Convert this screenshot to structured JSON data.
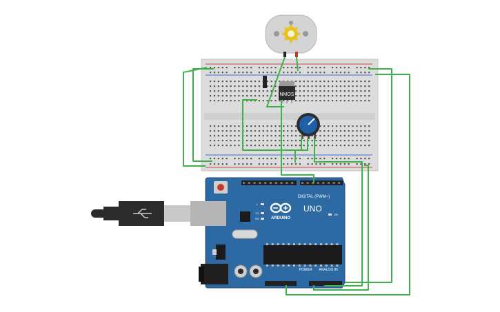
{
  "motor": {
    "icon": "gear-icon",
    "colors": {
      "body": "#d4d4d4",
      "hub": "#e8c21c",
      "lead_black": "#222222",
      "lead_red": "#c0392b"
    }
  },
  "breadboard": {
    "colors": {
      "body": "#dcdcdc",
      "rail_red": "#d64545",
      "rail_blue": "#3b6fd6",
      "hole": "#555555"
    }
  },
  "nmos": {
    "label": "NMOS"
  },
  "potentiometer": {
    "colors": {
      "knob": "#1e5fa8",
      "ring": "#2c2c2c"
    }
  },
  "arduino": {
    "brand": "ARDUINO",
    "model": "UNO",
    "digital_header_label": "DIGITAL (PWM~)",
    "power_label": "POWER",
    "analog_label": "ANALOG IN",
    "on_label": "ON",
    "led_labels": [
      "L",
      "TX",
      "RX"
    ],
    "colors": {
      "board": "#2d6aa3",
      "header": "#222222",
      "chip": "#1b1b1b"
    }
  },
  "wires": {
    "color": "#3db249"
  },
  "usb": {
    "colors": {
      "plug": "#2b2b2b",
      "metal": "#c9c9c9"
    }
  }
}
